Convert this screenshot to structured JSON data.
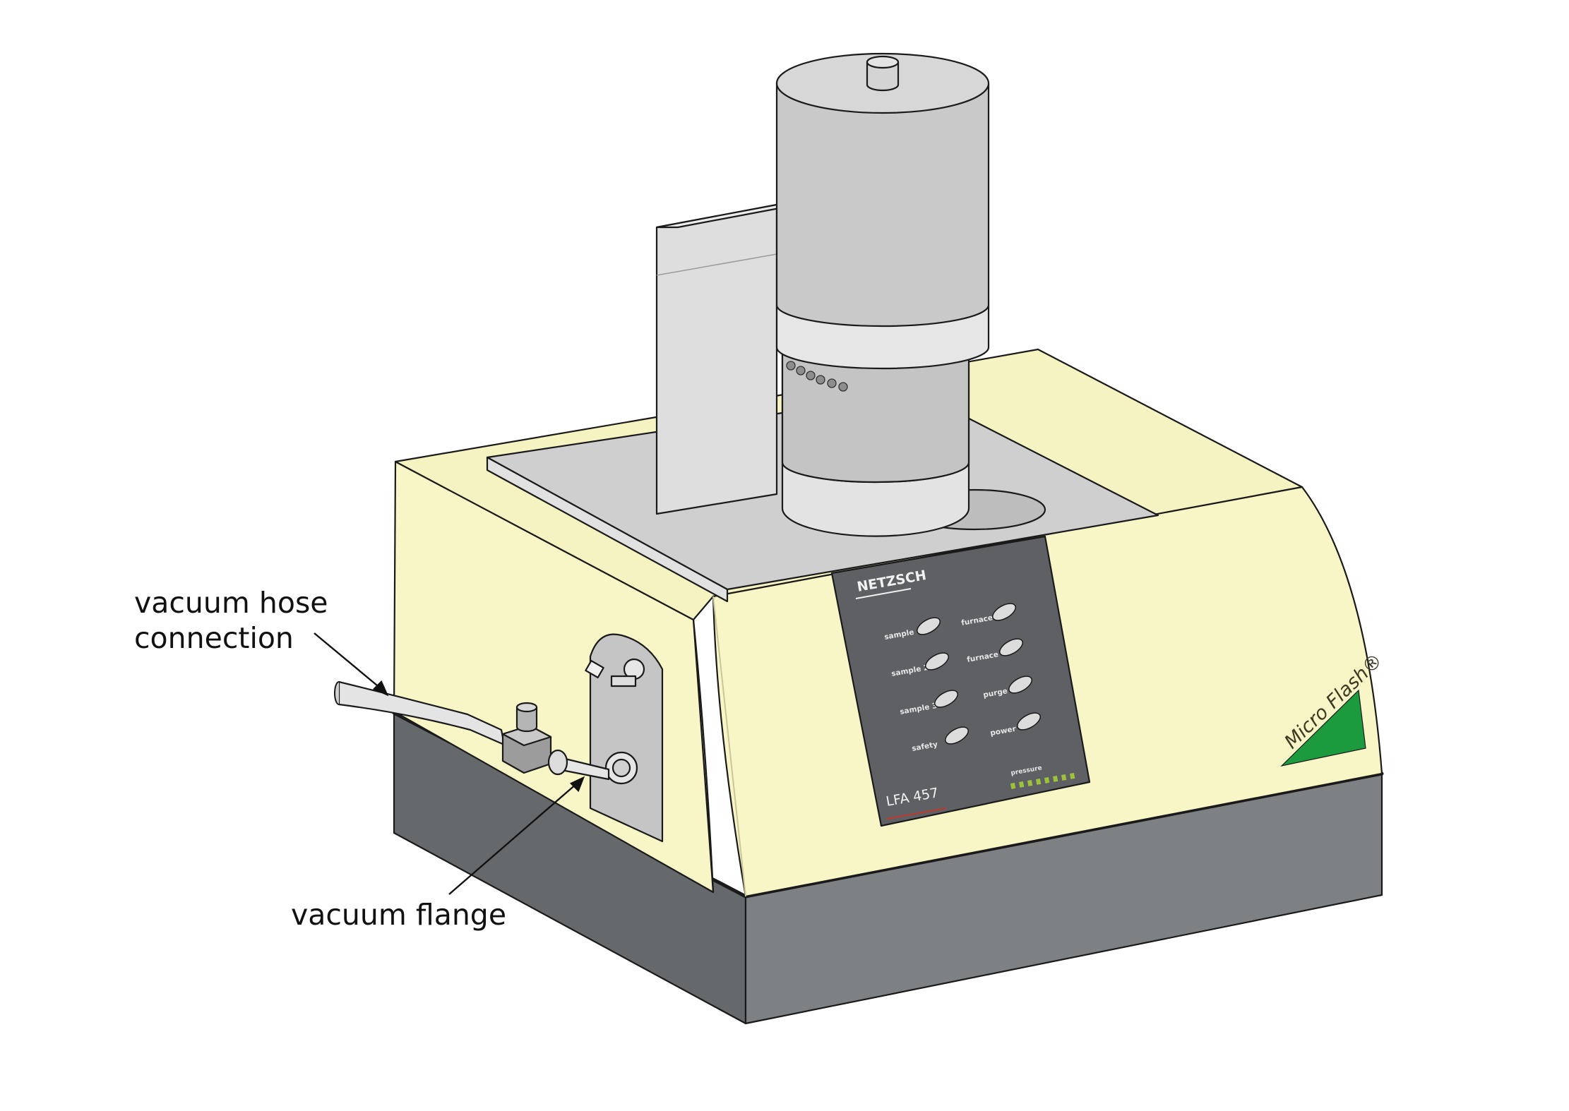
{
  "callouts": {
    "hose_line1": "vacuum hose",
    "hose_line2": "connection",
    "flange": "vacuum flange"
  },
  "panel": {
    "brand": "NETZSCH",
    "model": "LFA 457",
    "logo": "Micro Flash®",
    "buttons": [
      {
        "label": "sample 1"
      },
      {
        "label": "furnace 1"
      },
      {
        "label": "sample 2"
      },
      {
        "label": "furnace 1"
      },
      {
        "label": "sample 3"
      },
      {
        "label": "purge"
      },
      {
        "label": "safety"
      },
      {
        "label": "power"
      }
    ],
    "indicator_label": "pressure"
  },
  "colors": {
    "body": "#f8f6c7",
    "base": "#7e8184",
    "furnace": "#c9c9c9",
    "panel": "#5e6064",
    "logo_triangle": "#1c9a3e",
    "led": "#9ec33a"
  }
}
